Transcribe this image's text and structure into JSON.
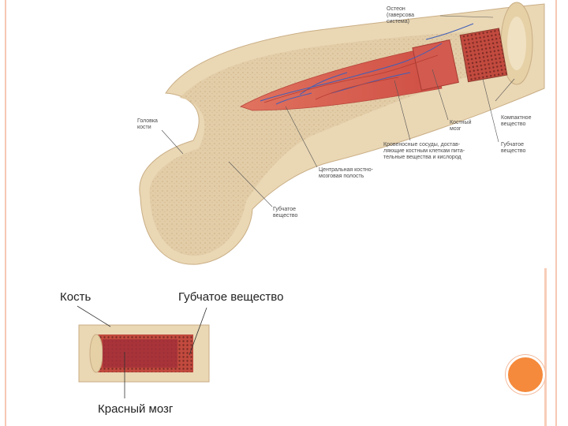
{
  "top_diagram": {
    "labels": {
      "osteon": "Остеон\n(гаверсова\nсистема)",
      "femoral_head": "Головка\nкости",
      "bone_marrow": "Костный\nмозг",
      "blood_vessels": "Кровеносные сосуды, достав-\nляющие костным клеткам пита-\nтельные вещества и кислород",
      "compact_substance": "Компактное\nвещество",
      "spongy_substance_right": "Губчатое\nвещество",
      "central_cavity": "Центральная костно-\nмозговая полость",
      "spongy_substance_bottom": "Губчатое\nвещество"
    }
  },
  "bottom_diagram": {
    "labels": {
      "bone": "Кость",
      "spongy": "Губчатое вещество",
      "red_marrow": "Красный мозг"
    }
  },
  "colors": {
    "bone": "#ead7b4",
    "spongy": "#dcc49d",
    "marrow": "#d9514a",
    "vessel": "#3f5fb8",
    "accent": "#f58a3c"
  }
}
